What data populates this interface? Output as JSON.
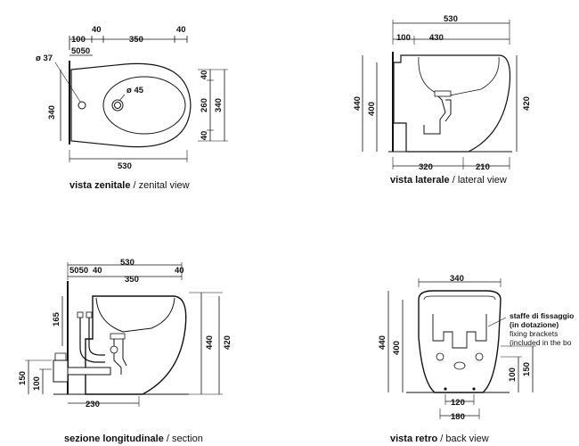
{
  "views": {
    "top": {
      "caption_bold": "vista zenitale",
      "caption_rest": " / zenital view",
      "dims": {
        "d100": "100",
        "d40a": "40",
        "d350": "350",
        "d40b": "40",
        "d5050": "5050",
        "phi37": "ø 37",
        "phi45": "ø 45",
        "d340l": "340",
        "d40r1": "40",
        "d260": "260",
        "d40r2": "40",
        "d340r": "340",
        "d530": "530"
      }
    },
    "side": {
      "caption_bold": "vista laterale",
      "caption_rest": " / lateral view",
      "dims": {
        "d530": "530",
        "d100": "100",
        "d430": "430",
        "d440": "440",
        "d400": "400",
        "d420": "420",
        "d320": "320",
        "d210": "210"
      }
    },
    "section": {
      "caption_bold": "sezione longitudinale",
      "caption_rest": " / section",
      "dims": {
        "d530": "530",
        "d5050": "5050",
        "d40a": "40",
        "d350": "350",
        "d40b": "40",
        "d165": "165",
        "d150": "150",
        "d100": "100",
        "d440": "440",
        "d420": "420",
        "d230": "230"
      }
    },
    "back": {
      "caption_bold": "vista retro",
      "caption_rest": " / back view",
      "dims": {
        "d340": "340",
        "d440": "440",
        "d400": "400",
        "d100": "100",
        "d150": "150",
        "d120": "120",
        "d180": "180"
      },
      "note_bold_1": "staffe di fissaggio",
      "note_bold_2": "(in dotazione)",
      "note_1": "fixing brackets",
      "note_2": "(included in the bo"
    }
  }
}
